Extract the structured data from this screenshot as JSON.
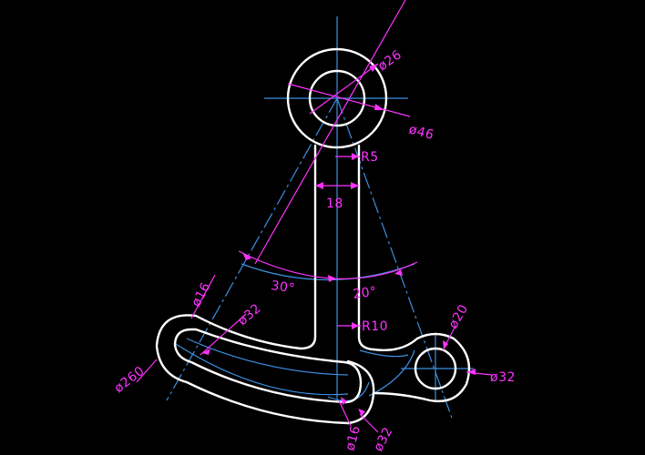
{
  "drawing": {
    "colors": {
      "background": "#000000",
      "object_lines": "#ffffff",
      "center_lines": "#3b8fe0",
      "dimensions": "#ff33ff"
    },
    "dimensions": {
      "top_hole_dia": "ø26",
      "top_boss_dia": "ø46",
      "stem_radius": "R5",
      "stem_width": "18",
      "angle_left": "30°",
      "angle_right": "20°",
      "slot_width": "ø16",
      "slot_end_dia": "ø32",
      "fillet_radius": "R10",
      "right_hole_dia": "ø20",
      "right_boss_dia": "ø32",
      "arc_dia": "ø260",
      "bottom_slot_width": "ø16",
      "bottom_end_dia": "ø32"
    }
  }
}
